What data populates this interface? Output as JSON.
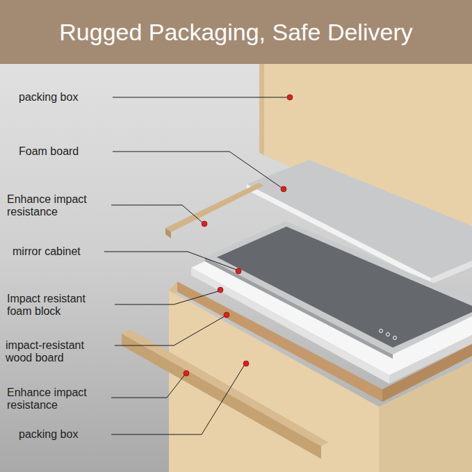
{
  "diagram": {
    "title": "Rugged Packaging, Safe Delivery",
    "labels": [
      "packing box",
      "Foam board",
      "Enhance impact resistance",
      "mirror cabinet",
      "Impact resistant foam block",
      "impact-resistant wood board",
      "Enhance impact resistance",
      "packing box"
    ]
  }
}
